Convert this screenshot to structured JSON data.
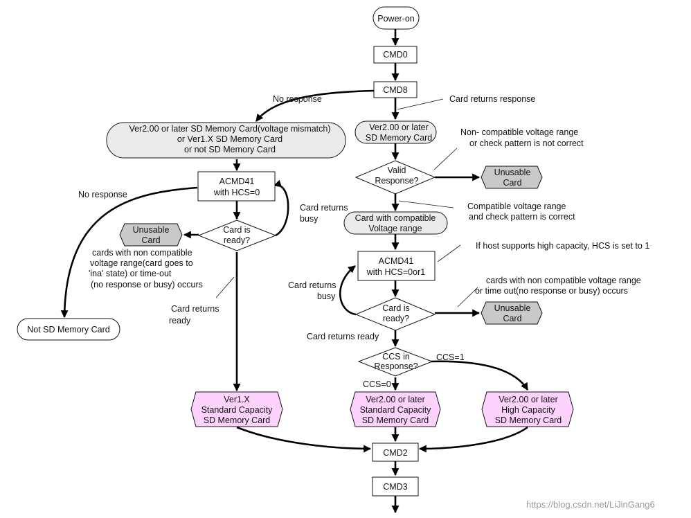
{
  "nodes": {
    "power_on": "Power-on",
    "cmd0": "CMD0",
    "cmd8": "CMD8",
    "mismatch": [
      "Ver2.00 or later SD Memory Card(voltage mismatch)",
      "or Ver1.X SD Memory Card",
      "or not SD Memory Card"
    ],
    "ver2_card": [
      "Ver2.00 or later",
      "SD Memory Card"
    ],
    "valid_response": [
      "Valid",
      "Response?"
    ],
    "unusable_right1": [
      "Unusable",
      "Card"
    ],
    "compatible_card": [
      "Card with compatible",
      "Voltage range"
    ],
    "acmd41_left": [
      "ACMD41",
      "with HCS=0"
    ],
    "card_ready_left": [
      "Card is",
      "ready?"
    ],
    "unusable_left": [
      "Unusable",
      "Card"
    ],
    "not_sd": "Not SD Memory Card",
    "acmd41_right": [
      "ACMD41",
      "with HCS=0or1"
    ],
    "card_ready_right": [
      "Card is",
      "ready?"
    ],
    "unusable_right2": [
      "Unusable",
      "Card"
    ],
    "ccs_in_response": [
      "CCS in",
      "Response?"
    ],
    "ver1x": [
      "Ver1.X",
      "Standard Capacity",
      "SD Memory Card"
    ],
    "ver2_std": [
      "Ver2.00 or later",
      "Standard Capacity",
      "SD Memory Card"
    ],
    "ver2_high": [
      "Ver2.00 or later",
      "High Capacity",
      "SD Memory Card"
    ],
    "cmd2": "CMD2",
    "cmd3": "CMD3"
  },
  "labels": {
    "no_response_top": "No response",
    "card_returns_response": "Card returns response",
    "non_compatible": [
      "Non-   compatible voltage range",
      "or check pattern is not correct"
    ],
    "compatible_range": [
      "Compatible voltage range",
      "and check pattern is correct"
    ],
    "host_supports": "If host supports high capacity, HCS is set to 1",
    "no_response_left": "No response",
    "card_returns_busy_left": [
      "Card returns",
      "busy"
    ],
    "left_noncompat": [
      "cards with non compatible",
      "voltage range(card goes to",
      "'ina' state) or time-out",
      "(no response or busy) occurs"
    ],
    "card_returns_ready_left": [
      "Card returns",
      "ready"
    ],
    "card_returns_busy_right": [
      "Card returns",
      "busy"
    ],
    "right_noncompat": [
      "cards with non compatible voltage range",
      "or time     out(no response or busy) occurs"
    ],
    "card_returns_ready_right": "Card returns ready",
    "ccs1": "CCS=1",
    "ccs0": "CCS=0"
  },
  "watermark": "https://blog.csdn.net/LiJinGang6",
  "colors": {
    "pink": "#fdd3fd",
    "light_grey": "#ebebeb",
    "dark_grey": "#c9c9c9"
  }
}
